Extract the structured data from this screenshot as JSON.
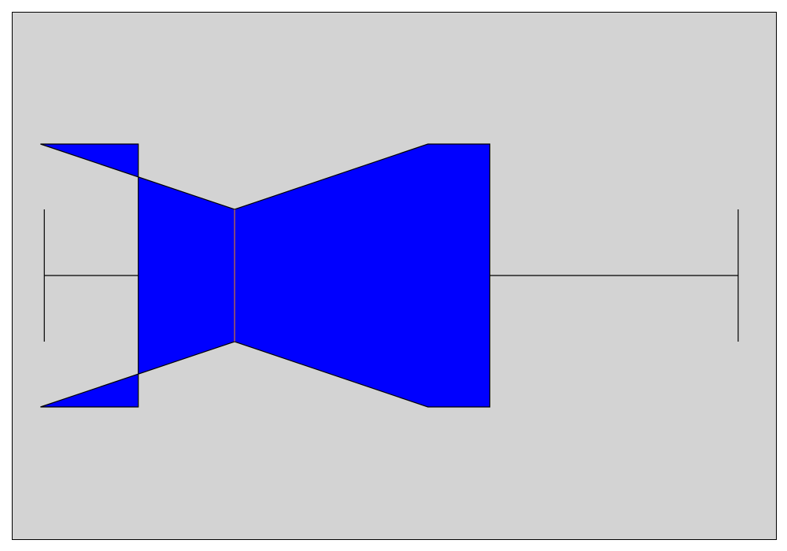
{
  "chart_data": {
    "type": "boxplot",
    "orientation": "horizontal",
    "notched": true,
    "grid": false,
    "legend": "none",
    "xlim": [
      0.7,
      10.7
    ],
    "boxes": [
      {
        "whislo": 1.12,
        "q1": 2.35,
        "notch_low": 1.07,
        "med": 3.61,
        "notch_high": 6.14,
        "q3": 6.95,
        "whishi": 10.2
      }
    ]
  },
  "colors": {
    "figure_background": "#ffffff",
    "axes_background": "#d3d3d3",
    "box_fill": "#0000ff",
    "median_line": "#ff8c00",
    "lines": "#000000"
  }
}
